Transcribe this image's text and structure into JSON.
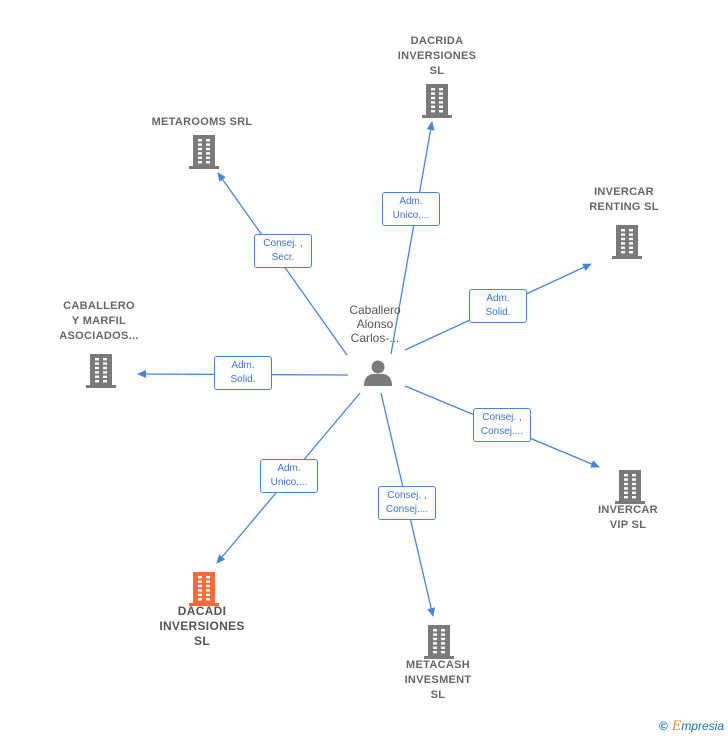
{
  "center": {
    "name": "Caballero\nAlonso\nCarlos-..."
  },
  "companies": [
    {
      "id": "dacrida",
      "name": "DACRIDA\nINVERSIONES\nSL",
      "highlight": false
    },
    {
      "id": "metarooms",
      "name": "METAROOMS SRL",
      "highlight": false
    },
    {
      "id": "invercar-renting",
      "name": "INVERCAR\nRENTING SL",
      "highlight": false
    },
    {
      "id": "caballero-marfil",
      "name": "CABALLERO\nY MARFIL\nASOCIADOS...",
      "highlight": false
    },
    {
      "id": "invercar-vip",
      "name": "INVERCAR\nVIP  SL",
      "highlight": false
    },
    {
      "id": "dacadi",
      "name": "DACADI\nINVERSIONES\nSL",
      "highlight": true
    },
    {
      "id": "metacash",
      "name": "METACASH\nINVESMENT\nSL",
      "highlight": false
    }
  ],
  "relations": [
    {
      "to": "dacrida",
      "label": "Adm.\nUnico,..."
    },
    {
      "to": "metarooms",
      "label": "Consej. ,\nSecr."
    },
    {
      "to": "invercar-renting",
      "label": "Adm.\nSolid."
    },
    {
      "to": "caballero-marfil",
      "label": "Adm.\nSolid."
    },
    {
      "to": "invercar-vip",
      "label": "Consej. ,\nConsej...."
    },
    {
      "to": "dacadi",
      "label": "Adm.\nUnico,..."
    },
    {
      "to": "metacash",
      "label": "Consej. ,\nConsej...."
    }
  ],
  "colors": {
    "edge": "#4a86d4",
    "building": "#7a7a7a",
    "building_highlight": "#f26b3a",
    "person": "#7a7a7a"
  },
  "footer": {
    "copyright": "©",
    "brand_initial": "E",
    "brand_rest": "mpresia"
  }
}
